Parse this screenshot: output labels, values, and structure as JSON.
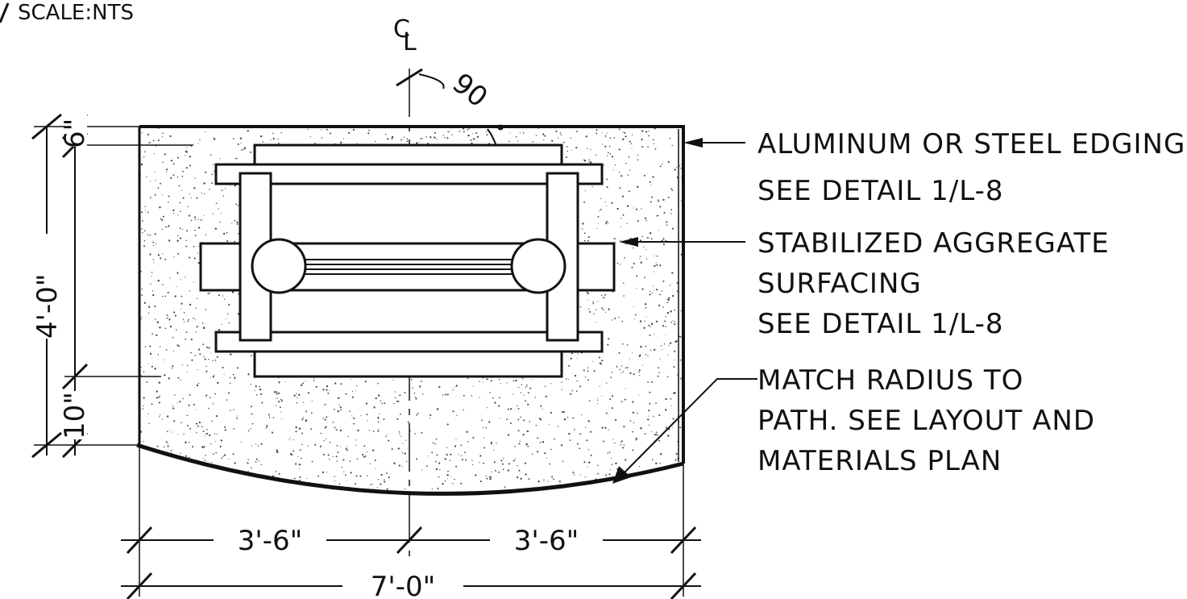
{
  "title_fragment": "SCALE:NTS",
  "centerline": {
    "c": "C",
    "l": "L"
  },
  "angle_label": "90",
  "notes": {
    "edging": [
      "ALUMINUM OR STEEL EDGING",
      "SEE DETAIL 1/L-8"
    ],
    "surfacing": [
      "STABILIZED AGGREGATE",
      "SURFACING",
      "SEE DETAIL 1/L-8"
    ],
    "radius": [
      "MATCH RADIUS TO",
      "PATH. SEE LAYOUT AND",
      "MATERIALS PLAN"
    ]
  },
  "dimensions": {
    "overall_depth": "4'-0\"",
    "top_offset": "6\"",
    "bottom_offset": "10\"",
    "half_width_left": "3'-6\"",
    "half_width_right": "3'-6\"",
    "overall_width": "7'-0\""
  },
  "colors": {
    "ink": "#111111",
    "background": "#ffffff"
  }
}
